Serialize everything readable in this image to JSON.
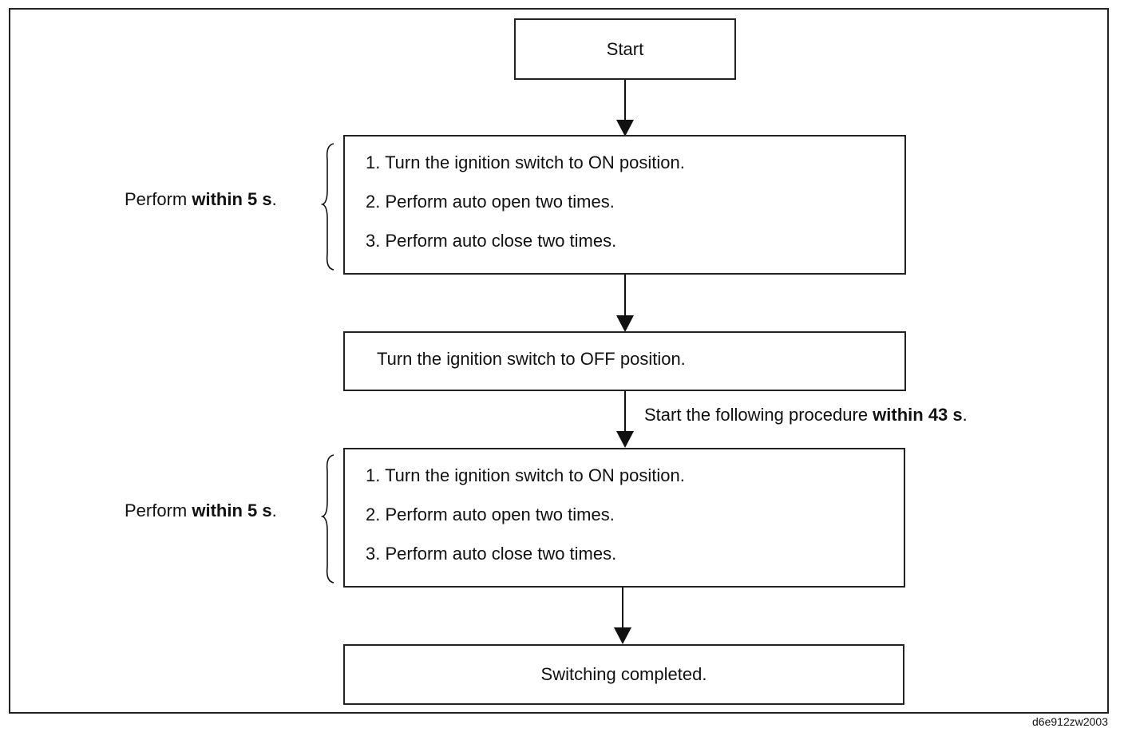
{
  "start": {
    "label": "Start"
  },
  "group1": {
    "steps": [
      "1. Turn the ignition switch to ON position.",
      "2. Perform auto open two times.",
      "3. Perform auto close two times."
    ],
    "side_prefix": "Perform ",
    "side_bold": "within 5 s",
    "side_suffix": "."
  },
  "off_step": {
    "label": "Turn the ignition switch to OFF position."
  },
  "transition_note": {
    "prefix": "Start the following procedure ",
    "bold": "within 43 s",
    "suffix": "."
  },
  "group2": {
    "steps": [
      "1. Turn the ignition switch to ON position.",
      "2. Perform auto open two times.",
      "3. Perform auto close two times."
    ],
    "side_prefix": "Perform ",
    "side_bold": "within 5 s",
    "side_suffix": "."
  },
  "end": {
    "label": "Switching completed."
  },
  "figure_code": "d6e912zw2003"
}
